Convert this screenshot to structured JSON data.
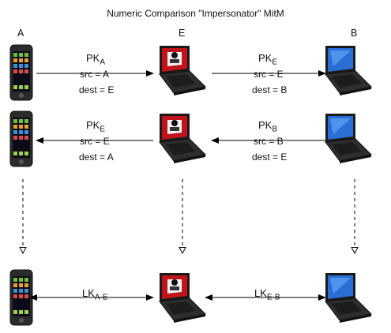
{
  "title": "Numeric Comparison \"Impersonator\" MitM",
  "nodes": {
    "a": "A",
    "e": "E",
    "b": "B"
  },
  "row1": {
    "left": {
      "key": "PK",
      "sub": "A",
      "src": "src = A",
      "dest": "dest = E"
    },
    "right": {
      "key": "PK",
      "sub": "E",
      "src": "src = E",
      "dest": "dest = B"
    }
  },
  "row2": {
    "left": {
      "key": "PK",
      "sub": "E",
      "src": "src = E",
      "dest": "dest = A"
    },
    "right": {
      "key": "PK",
      "sub": "B",
      "src": "src = B",
      "dest": "dest = E"
    }
  },
  "row3": {
    "left": {
      "key": "LK",
      "sub": "A-E"
    },
    "right": {
      "key": "LK",
      "sub": "E-B"
    }
  },
  "colors": {
    "laptop_screen_blue": "#2a6fd6",
    "laptop_screen_red": "#c0141a",
    "phone_body": "#2b2b2b",
    "line": "#000000"
  }
}
